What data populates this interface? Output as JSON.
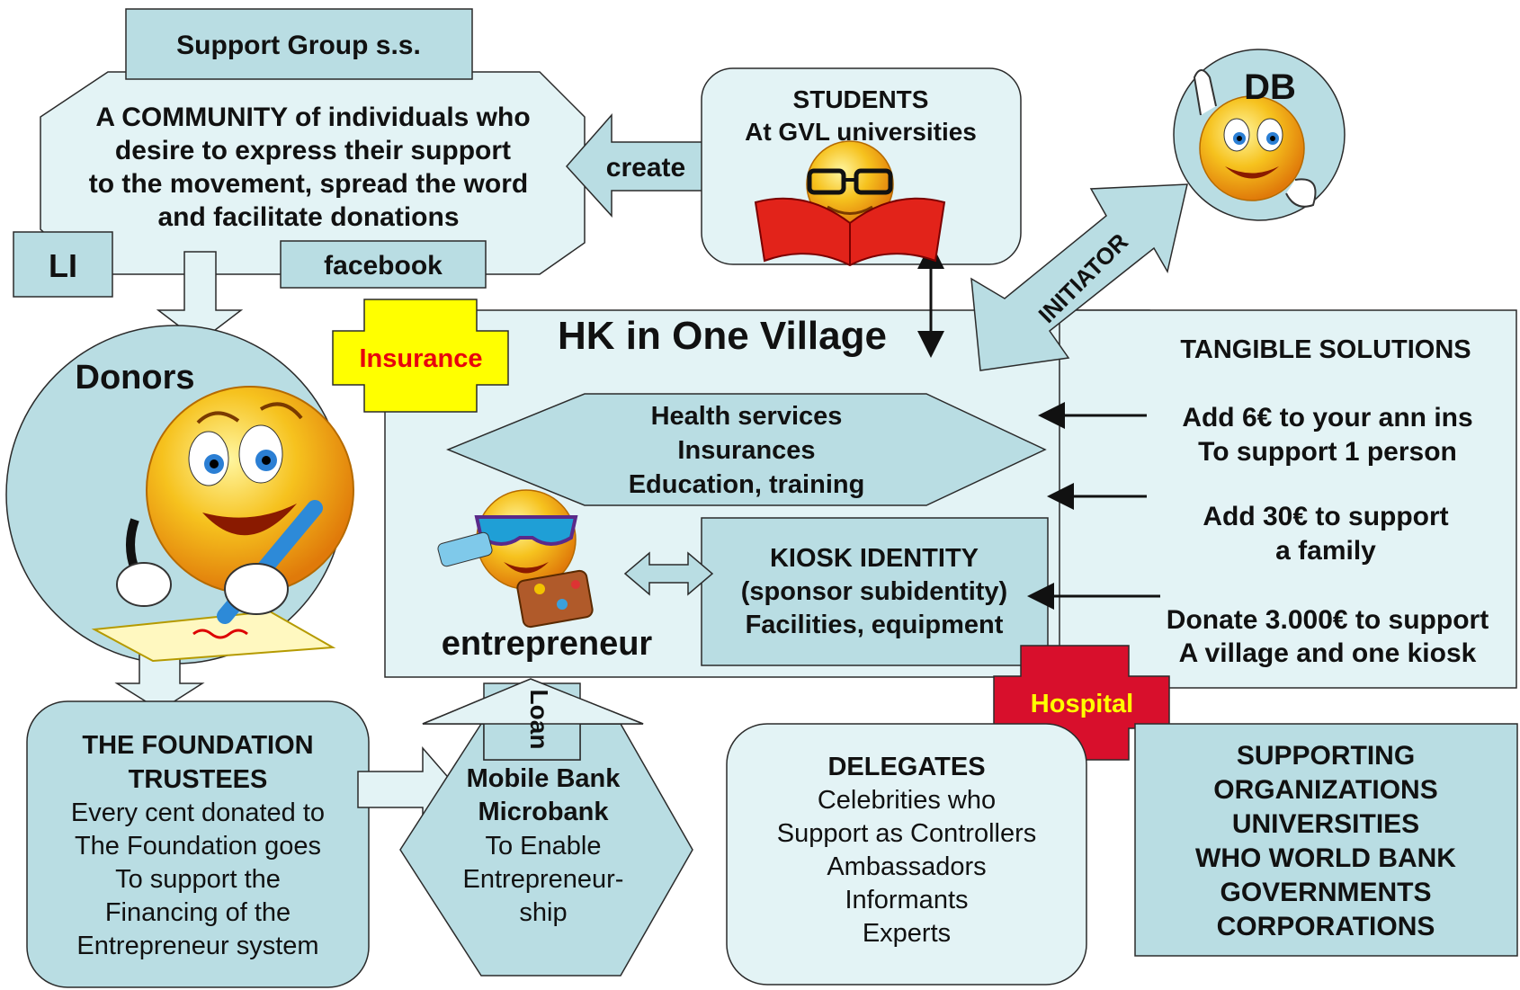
{
  "support_group": {
    "label": "Support Group s.s."
  },
  "community": {
    "lines": [
      "A COMMUNITY of individuals who",
      "desire to express their support",
      "to the movement, spread the word",
      "and facilitate donations"
    ]
  },
  "li": {
    "label": "LI"
  },
  "facebook": {
    "label": "facebook"
  },
  "create_arrow": {
    "label": "create"
  },
  "students": {
    "lines": [
      "STUDENTS",
      "At GVL universities"
    ]
  },
  "db": {
    "label": "DB"
  },
  "initiator_arrow": {
    "label": "INITIATOR"
  },
  "main": {
    "title": "HK in One Village"
  },
  "insurance": {
    "label": "Insurance"
  },
  "hospital": {
    "label": "Hospital"
  },
  "services": {
    "lines": [
      "Health services",
      "Insurances",
      "Education, training"
    ]
  },
  "kiosk": {
    "lines": [
      "KIOSK IDENTITY",
      "(sponsor subidentity)",
      "Facilities, equipment"
    ]
  },
  "entrepreneur": {
    "label": "entrepreneur"
  },
  "donors": {
    "label": "Donors"
  },
  "tangible": {
    "title": "TANGIBLE SOLUTIONS",
    "items": [
      {
        "lines": [
          "Add 6€ to your ann ins",
          "To support 1 person"
        ]
      },
      {
        "lines": [
          "Add 30€ to support",
          "a family"
        ]
      },
      {
        "lines": [
          "Donate 3.000€ to support",
          "A village and one kiosk"
        ]
      }
    ]
  },
  "loan_arrow": {
    "label": "Loan"
  },
  "foundation": {
    "title_lines": [
      "THE FOUNDATION",
      "TRUSTEES"
    ],
    "body_lines": [
      "Every cent donated to",
      "The Foundation goes",
      "To support the",
      "Financing of the",
      "Entrepreneur system"
    ]
  },
  "bank": {
    "title_lines": [
      "Mobile Bank",
      "Microbank"
    ],
    "body_lines": [
      "To Enable",
      "Entrepreneur-",
      "ship"
    ]
  },
  "delegates": {
    "title": "DELEGATES",
    "lines": [
      "Celebrities who",
      "Support as Controllers",
      "Ambassadors",
      "Informants",
      "Experts"
    ]
  },
  "organizations": {
    "lines": [
      "SUPPORTING",
      "ORGANIZATIONS",
      "UNIVERSITIES",
      "WHO WORLD BANK",
      "GOVERNMENTS",
      "CORPORATIONS"
    ]
  },
  "colors": {
    "box": "#b9dde3",
    "light": "#e3f3f5",
    "border": "#2b2b2b",
    "insurance_fill": "#ffff00",
    "insurance_text": "#e8000d",
    "hospital_fill": "#d80f2c",
    "hospital_text": "#ffff00",
    "smiley": "#f6b418"
  }
}
